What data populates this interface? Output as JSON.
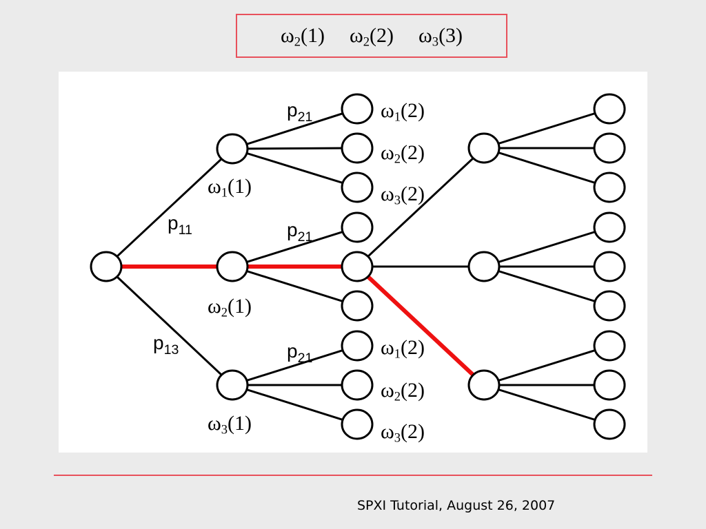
{
  "scenario": {
    "terms": [
      {
        "symbol": "ω",
        "sub": "2",
        "stage": "(1)"
      },
      {
        "symbol": "ω",
        "sub": "2",
        "stage": "(2)"
      },
      {
        "symbol": "ω",
        "sub": "3",
        "stage": "(3)"
      }
    ]
  },
  "tree": {
    "node_labels": [
      {
        "symbol": "ω",
        "sub": "1",
        "stage": "(1)"
      },
      {
        "symbol": "ω",
        "sub": "2",
        "stage": "(1)"
      },
      {
        "symbol": "ω",
        "sub": "3",
        "stage": "(1)"
      },
      {
        "symbol": "ω",
        "sub": "1",
        "stage": "(2)"
      },
      {
        "symbol": "ω",
        "sub": "2",
        "stage": "(2)"
      },
      {
        "symbol": "ω",
        "sub": "3",
        "stage": "(2)"
      },
      {
        "symbol": "ω",
        "sub": "1",
        "stage": "(2)"
      },
      {
        "symbol": "ω",
        "sub": "2",
        "stage": "(2)"
      },
      {
        "symbol": "ω",
        "sub": "3",
        "stage": "(2)"
      }
    ],
    "prob_labels": [
      {
        "base": "p",
        "sub": "11"
      },
      {
        "base": "p",
        "sub": "13"
      },
      {
        "base": "p",
        "sub": "21"
      },
      {
        "base": "p",
        "sub": "21"
      },
      {
        "base": "p",
        "sub": "21"
      }
    ],
    "highlight_color": "#ee1111",
    "edge_color": "#000000"
  },
  "footer": {
    "text": "SPXI Tutorial, August 26, 2007",
    "rule_color": "#e8505b"
  }
}
